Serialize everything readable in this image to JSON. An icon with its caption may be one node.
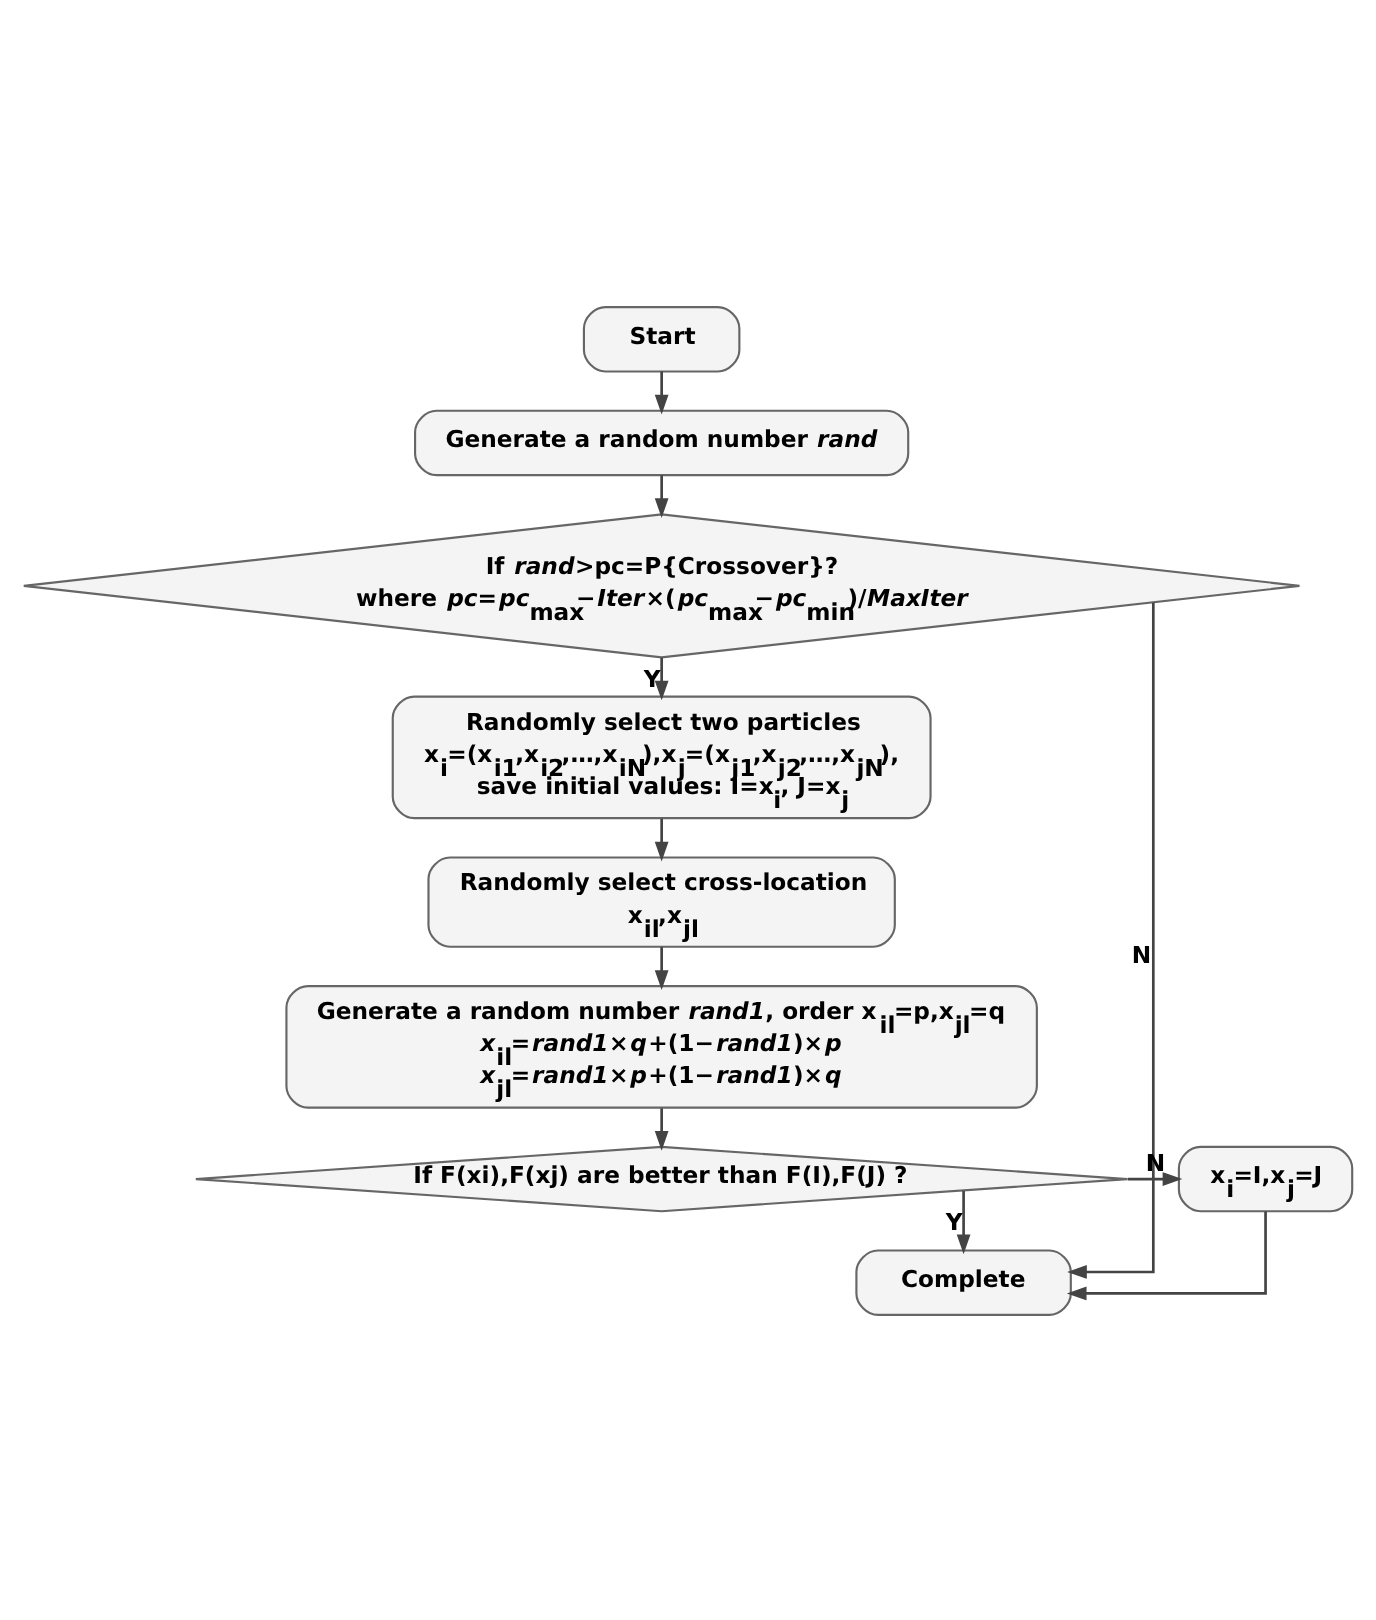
{
  "diagram": {
    "nodes": [
      {
        "text": [
          "Start"
        ]
      },
      {
        "text": [
          "Generate a random number *rand*"
        ]
      },
      {
        "text": [
          "If *rand*>pc=P{Crossover}?",
          "where *pc*=*pc*$_{max}$−*Iter*×(*pc*$_{max}$−*pc*$_{min}$)/*MaxIter*"
        ]
      },
      {
        "text": [
          "Randomly select two particles",
          "x$_{i}$=(x$_{i1}$,x$_{i2}$,…,x$_{iN}$),x$_{j}$=(x$_{j1}$,x$_{j2}$,…,x$_{jN}$),",
          "save initial values: I=x$_{i}$, J=x$_{j}$"
        ]
      },
      {
        "text": [
          "Randomly select cross-location",
          "x$_{il}$,x$_{jl}$"
        ]
      },
      {
        "text": [
          "Generate a random number *rand1*, order x$_{il}$=p,x$_{jl}$=q",
          "*x*$_{il}$=*rand1*×*q*+(1−*rand1*)×*p*",
          "*x*$_{jl}$=*rand1*×*p*+(1−*rand1*)×*q*"
        ]
      },
      {
        "text": [
          "If F(xi),F(xj) are better than F(I),F(J) ?"
        ]
      },
      {
        "text": [
          "x$_{i}$=I,x$_{j}$=J"
        ]
      },
      {
        "text": [
          "Complete"
        ]
      }
    ],
    "edges": [
      {
        "from": 0,
        "to": 1,
        "arrow": "to"
      },
      {
        "from": 1,
        "to": 2,
        "arrow": "to"
      },
      {
        "from": 2,
        "to": 3,
        "arrow": "to",
        "label": "Y"
      },
      {
        "from": 3,
        "to": 4,
        "arrow": "to"
      },
      {
        "from": 4,
        "to": 5,
        "arrow": "to"
      },
      {
        "from": 5,
        "to": 6,
        "arrow": "to"
      },
      {
        "from": 6,
        "to": 7,
        "arrow": "to",
        "label": "N"
      },
      {
        "from": 6,
        "to": 8,
        "arrow": "to",
        "label": "Y"
      },
      {
        "from": 7,
        "to": 8,
        "arrow": "to"
      },
      {
        "from": 2,
        "to": 8,
        "arrow": "to",
        "label": "N"
      }
    ]
  }
}
